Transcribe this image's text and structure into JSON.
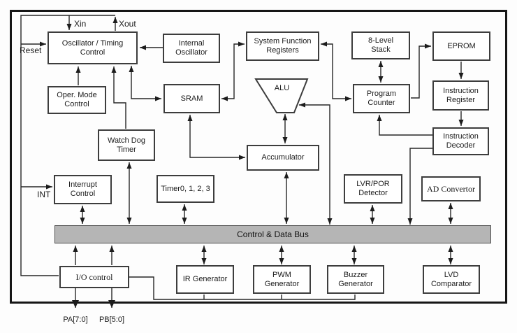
{
  "blocks": {
    "oscillator_timing_control": {
      "label": "Oscillator / Timing\nControl"
    },
    "internal_oscillator": {
      "label": "Internal\nOscillator"
    },
    "system_function_registers": {
      "label": "System Function\nRegisters"
    },
    "eight_level_stack": {
      "label": "8-Level\nStack"
    },
    "eprom": {
      "label": "EPROM"
    },
    "oper_mode_control": {
      "label": "Oper. Mode\nControl"
    },
    "sram": {
      "label": "SRAM"
    },
    "alu": {
      "label": "ALU"
    },
    "program_counter": {
      "label": "Program\nCounter"
    },
    "instruction_register": {
      "label": "Instruction\nRegister"
    },
    "watch_dog_timer": {
      "label": "Watch Dog\nTimer"
    },
    "accumulator": {
      "label": "Accumulator"
    },
    "instruction_decoder": {
      "label": "Instruction\nDecoder"
    },
    "interrupt_control": {
      "label": "Interrupt\nControl"
    },
    "timers": {
      "label": "Timer0, 1, 2, 3"
    },
    "lvr_por_detector": {
      "label": "LVR/POR\nDetector"
    },
    "ad_convertor": {
      "label": "AD Convertor"
    },
    "control_data_bus": {
      "label": "Control & Data Bus"
    },
    "io_control": {
      "label": "I/O control"
    },
    "ir_generator": {
      "label": "IR Generator"
    },
    "pwm_generator": {
      "label": "PWM\nGenerator"
    },
    "buzzer_generator": {
      "label": "Buzzer\nGenerator"
    },
    "lvd_comparator": {
      "label": "LVD\nComparator"
    }
  },
  "pins": {
    "xin": "Xin",
    "xout": "Xout",
    "reset": "Reset",
    "int": "INT",
    "pa": "PA[7:0]",
    "pb": "PB[5:0]"
  },
  "colors": {
    "bus_fill": "#b5b5b5",
    "line": "#262626",
    "box_border": "#3d3d3d"
  }
}
